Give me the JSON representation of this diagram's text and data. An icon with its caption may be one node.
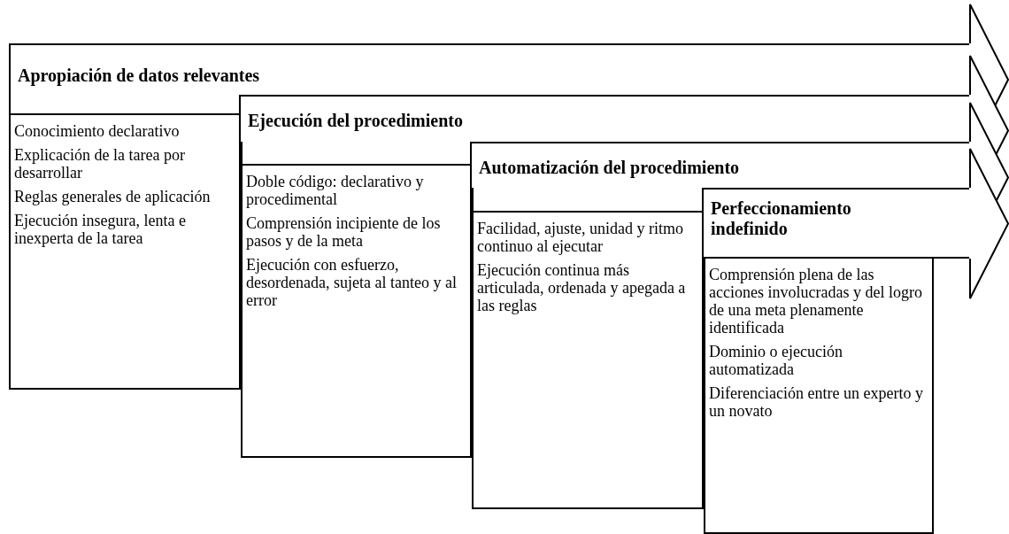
{
  "diagram": {
    "nodes": [
      {
        "text": [
          "Apropiación de datos relevantes"
        ]
      },
      {
        "text": [
          "Conocimiento declarativo",
          "Explicación de la tarea por desarrollar",
          "Reglas generales de aplicación",
          "Ejecución insegura, lenta e inexperta de la tarea"
        ]
      },
      {
        "text": [
          "Ejecución del procedimiento"
        ]
      },
      {
        "text": [
          "Doble código: declarativo y procedimental",
          "Comprensión incipiente de los pasos y de la meta",
          "Ejecución con esfuerzo, desordenada, sujeta al tanteo y al error"
        ]
      },
      {
        "text": [
          "Automatización del procedimiento"
        ]
      },
      {
        "text": [
          "Facilidad, ajuste, unidad y ritmo continuo al ejecutar",
          "Ejecución continua más articulada, ordenada y apegada a las reglas"
        ]
      },
      {
        "text": [
          "Perfeccionamiento indefinido"
        ]
      },
      {
        "text": [
          "Comprensión plena de las acciones involucradas y del logro de una meta plenamente identificada",
          "Dominio o ejecución automatizada",
          "Diferenciación entre un experto y un novato"
        ]
      }
    ],
    "edges": []
  }
}
